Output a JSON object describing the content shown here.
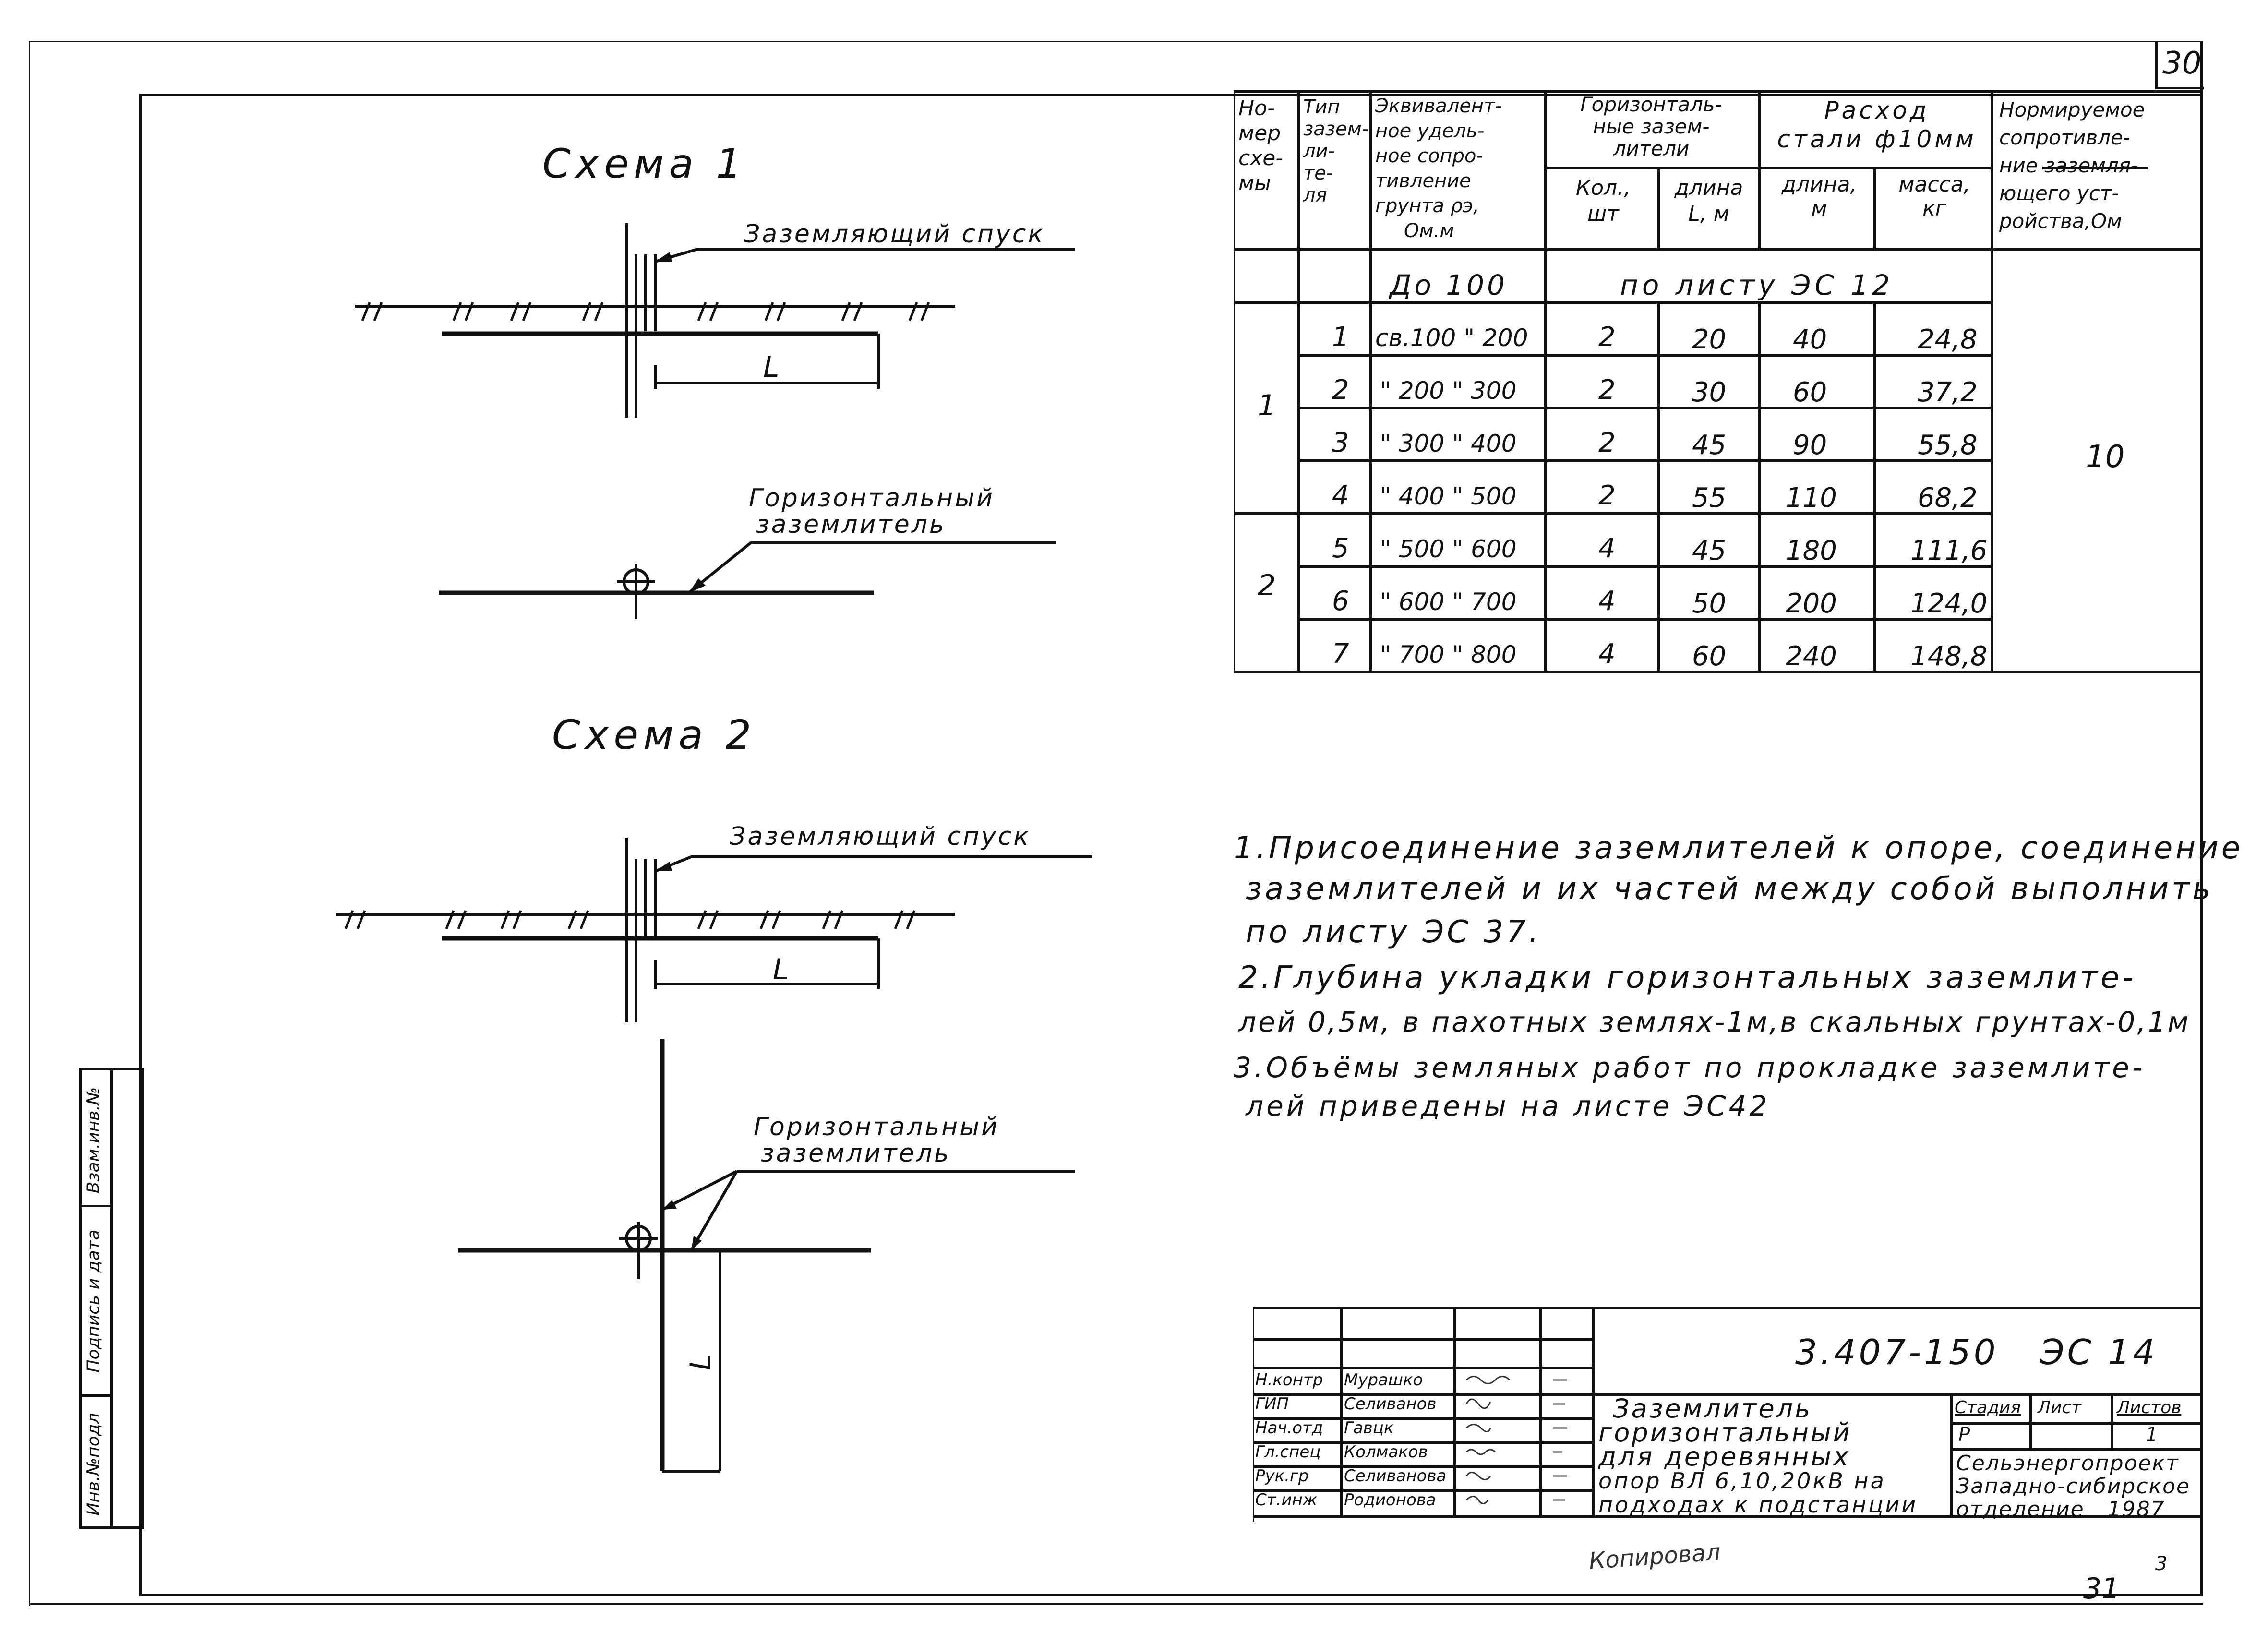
{
  "page_number": "30",
  "scheme1": {
    "title": "Схема 1",
    "descent_label": "Заземляющий спуск",
    "horizontal_label_1": "Горизонтальный",
    "horizontal_label_2": "заземлитель",
    "dim_label": "L"
  },
  "scheme2": {
    "title": "Схема 2",
    "descent_label": "Заземляющий спуск",
    "horizontal_label_1": "Горизонтальный",
    "horizontal_label_2": "заземлитель",
    "dim_label": "L"
  },
  "table": {
    "headers": {
      "scheme_no": [
        "Но-",
        "мер",
        "схе-",
        "мы"
      ],
      "type": [
        "Тип",
        "зазем-",
        "ли-",
        "те-",
        "ля"
      ],
      "resistivity": [
        "Эквивалент-",
        "ное удель-",
        "ное сопро-",
        "тивление",
        "грунта ρэ,",
        "Ом.м"
      ],
      "horizontal": [
        "Горизонталь-",
        "ные зазем-",
        "лители"
      ],
      "qty": [
        "Кол.,",
        "шт"
      ],
      "length": [
        "длина",
        "L, м"
      ],
      "steel": [
        "Расход",
        "стали ф10мм"
      ],
      "steel_length": [
        "длина,",
        "м"
      ],
      "steel_mass": [
        "масса,",
        "кг"
      ],
      "norm": [
        "Нормируемое",
        "сопротивле-",
        "ние заземля-",
        "ющего уст-",
        "ройства,Ом"
      ]
    },
    "subheader": {
      "resistivity": "До 100",
      "rest": "по листу ЭС 12"
    },
    "rows": [
      {
        "scheme": "1",
        "type": "1",
        "range": "св.100 \" 200",
        "qty": "2",
        "len": "20",
        "steel_len": "40",
        "mass": "24,8"
      },
      {
        "scheme": "",
        "type": "2",
        "range": "\" 200 \" 300",
        "qty": "2",
        "len": "30",
        "steel_len": "60",
        "mass": "37,2"
      },
      {
        "scheme": "",
        "type": "3",
        "range": "\" 300 \" 400",
        "qty": "2",
        "len": "45",
        "steel_len": "90",
        "mass": "55,8"
      },
      {
        "scheme": "",
        "type": "4",
        "range": "\" 400 \" 500",
        "qty": "2",
        "len": "55",
        "steel_len": "110",
        "mass": "68,2"
      },
      {
        "scheme": "2",
        "type": "5",
        "range": "\" 500 \" 600",
        "qty": "4",
        "len": "45",
        "steel_len": "180",
        "mass": "111,6"
      },
      {
        "scheme": "",
        "type": "6",
        "range": "\" 600 \" 700",
        "qty": "4",
        "len": "50",
        "steel_len": "200",
        "mass": "124,0"
      },
      {
        "scheme": "",
        "type": "7",
        "range": "\" 700 \" 800",
        "qty": "4",
        "len": "60",
        "steel_len": "240",
        "mass": "148,8"
      }
    ],
    "norm_value": "10"
  },
  "notes": [
    "1.Присоединение заземлителей к опоре, соединение",
    "заземлителей и их частей между собой выполнить",
    "по листу ЭС 37.",
    "2.Глубина укладки горизонтальных заземлите-",
    "лей 0,5м, в пахотных землях-1м,в скальных грунтах-0,1м",
    "3.Объёмы земляных работ по прокладке заземлите-",
    "лей приведены на листе ЭС42"
  ],
  "stamp": {
    "doc_code": "3.407-150   ЭС 14",
    "title_lines": [
      "Заземлитель",
      "горизонтальный",
      "для деревянных",
      "опор ВЛ 6,10,20кВ на",
      "подходах к подстанции"
    ],
    "roles": [
      {
        "role": "Н.контр",
        "name": "Мурашко"
      },
      {
        "role": "ГИП",
        "name": "Селиванов"
      },
      {
        "role": "Нач.отд",
        "name": "Гавцк"
      },
      {
        "role": "Гл.спец",
        "name": "Колмаков"
      },
      {
        "role": "Рук.гр",
        "name": "Селиванова"
      },
      {
        "role": "Ст.инж",
        "name": "Родионова"
      }
    ],
    "stage_label": "Стадия",
    "sheet_label": "Лист",
    "sheets_label": "Листов",
    "stage_value": "Р",
    "sheets_value": "1",
    "org_lines": [
      "Сельэнергопроект",
      "Западно-сибирское",
      "отделение   1987"
    ]
  },
  "side_stamp": [
    "Инв.№подл",
    "Подпись и дата",
    "Взам.инв.№"
  ],
  "bottom": {
    "signature": "Копировал",
    "page_bottom": "31",
    "small_mark": "3"
  }
}
